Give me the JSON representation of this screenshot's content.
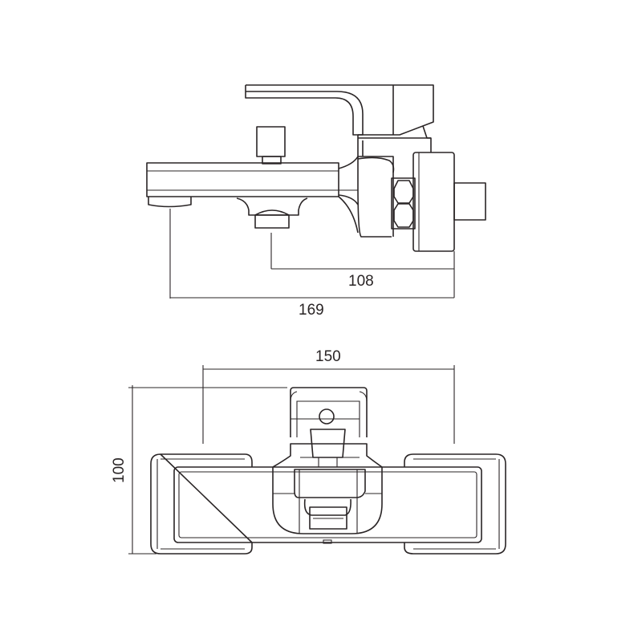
{
  "dimensions": {
    "spout_to_diverter": "108",
    "overall_length": "169",
    "inlet_centers": "150",
    "depth": "100"
  },
  "colors": {
    "line": "#2a2526",
    "background": "#ffffff"
  }
}
